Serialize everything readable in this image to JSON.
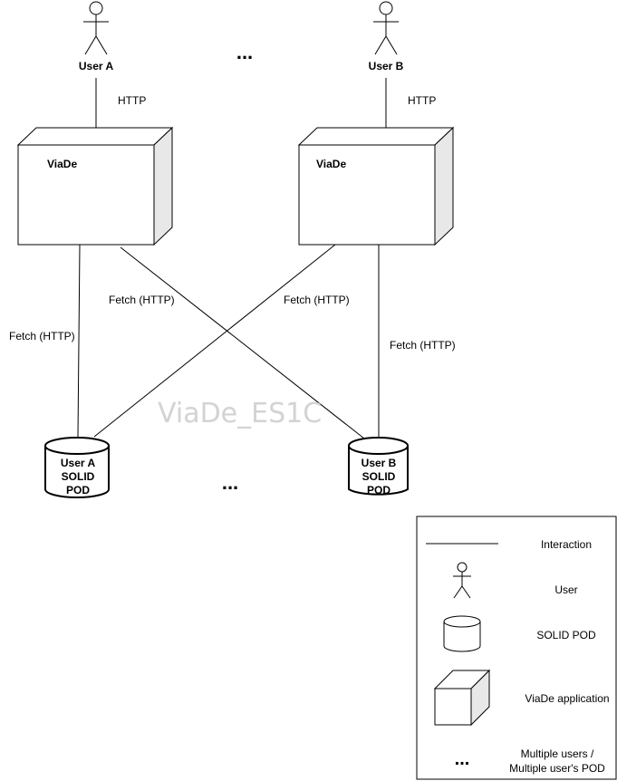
{
  "users": [
    {
      "label": "User A"
    },
    {
      "label": "User B"
    }
  ],
  "ellipsis_top": "...",
  "ellipsis_bottom": "...",
  "http_label": "HTTP",
  "apps": [
    {
      "label": "ViaDe"
    },
    {
      "label": "ViaDe"
    }
  ],
  "fetch_labels": [
    "Fetch (HTTP)",
    "Fetch (HTTP)",
    "Fetch (HTTP)",
    "Fetch (HTTP)"
  ],
  "watermark": "ViaDe_ES1C",
  "pods": [
    {
      "line1": "User A",
      "line2": "SOLID",
      "line3": "POD"
    },
    {
      "line1": "User B",
      "line2": "SOLID",
      "line3": "POD"
    }
  ],
  "legend": {
    "interaction": "Interaction",
    "user": "User",
    "pod": "SOLID POD",
    "app": "ViaDe application",
    "ellipsis": "...",
    "multiple_line1": "Multiple users /",
    "multiple_line2": "Multiple user's POD"
  }
}
